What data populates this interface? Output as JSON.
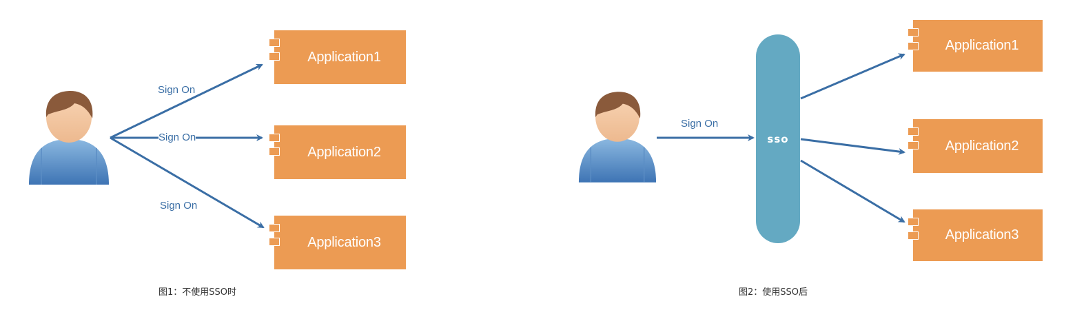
{
  "figure1": {
    "apps": [
      "Application1",
      "Application2",
      "Application3"
    ],
    "edge_labels": [
      "Sign On",
      "Sign On",
      "Sign On"
    ],
    "caption": "图1：不使用SSO时"
  },
  "figure2": {
    "sso_label": "sso",
    "apps": [
      "Application1",
      "Application2",
      "Application3"
    ],
    "edge_label": "Sign On",
    "caption": "图2：使用SSO后"
  },
  "colors": {
    "app_fill": "#EC9B53",
    "sso_fill": "#64A9C2",
    "arrow": "#3A6EA5",
    "label_text": "#3A6EA5"
  },
  "icons": [
    "user-icon",
    "user-icon"
  ]
}
